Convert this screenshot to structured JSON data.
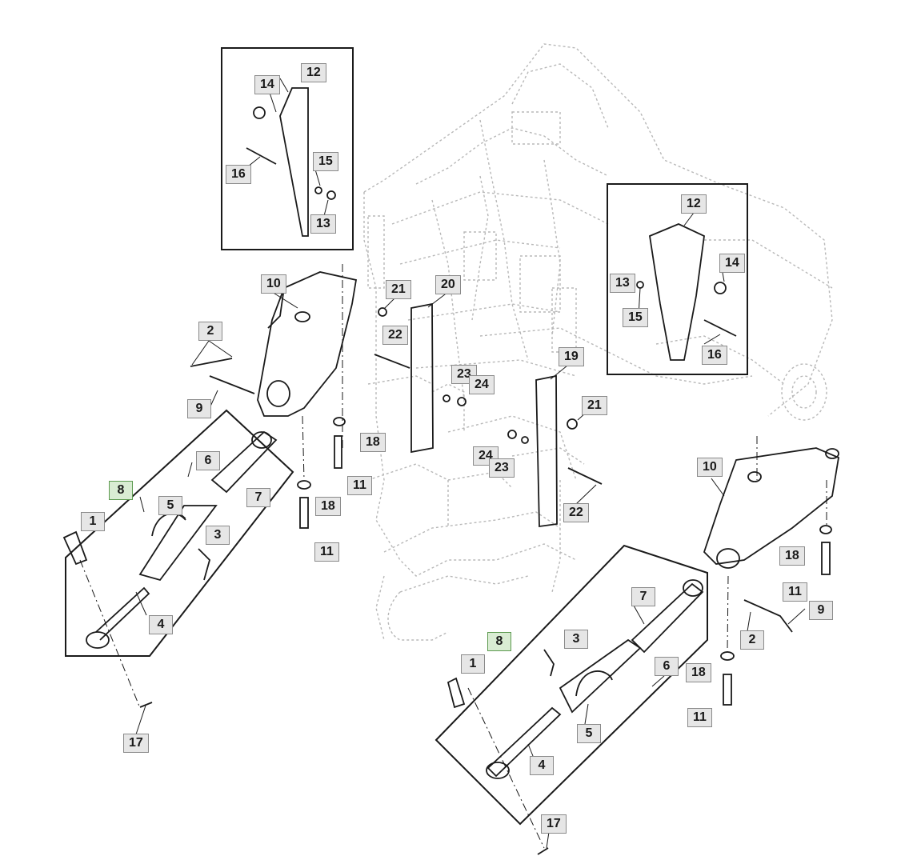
{
  "callouts": [
    {
      "label": "12"
    },
    {
      "label": "14"
    },
    {
      "label": "15"
    },
    {
      "label": "16"
    },
    {
      "label": "13"
    },
    {
      "label": "12"
    },
    {
      "label": "14"
    },
    {
      "label": "13"
    },
    {
      "label": "15"
    },
    {
      "label": "16"
    },
    {
      "label": "10"
    },
    {
      "label": "2"
    },
    {
      "label": "9"
    },
    {
      "label": "21"
    },
    {
      "label": "20"
    },
    {
      "label": "22"
    },
    {
      "label": "23"
    },
    {
      "label": "24"
    },
    {
      "label": "19"
    },
    {
      "label": "21"
    },
    {
      "label": "24"
    },
    {
      "label": "23"
    },
    {
      "label": "22"
    },
    {
      "label": "18"
    },
    {
      "label": "11"
    },
    {
      "label": "18"
    },
    {
      "label": "11"
    },
    {
      "label": "6"
    },
    {
      "label": "8",
      "highlight": true
    },
    {
      "label": "7"
    },
    {
      "label": "5"
    },
    {
      "label": "1"
    },
    {
      "label": "3"
    },
    {
      "label": "4"
    },
    {
      "label": "17"
    },
    {
      "label": "10"
    },
    {
      "label": "18"
    },
    {
      "label": "11"
    },
    {
      "label": "9"
    },
    {
      "label": "2"
    },
    {
      "label": "7"
    },
    {
      "label": "8",
      "highlight": true
    },
    {
      "label": "3"
    },
    {
      "label": "1"
    },
    {
      "label": "6"
    },
    {
      "label": "18"
    },
    {
      "label": "11"
    },
    {
      "label": "5"
    },
    {
      "label": "4"
    },
    {
      "label": "17"
    }
  ],
  "colors": {
    "line": "#1a1a1a",
    "background_line": "#b8b8b8",
    "callout_fill": "#e6e6e6",
    "callout_highlight": "#d9ecd3"
  }
}
